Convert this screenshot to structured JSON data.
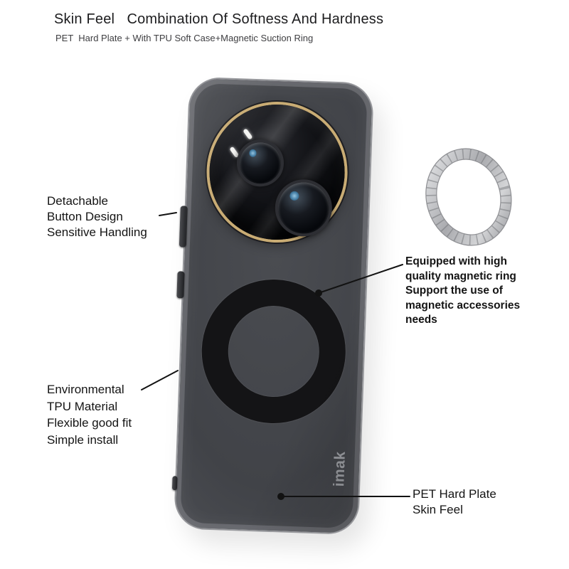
{
  "header": {
    "title": "Skin Feel   Combination Of Softness And Hardness",
    "subtitle": "PET  Hard Plate + With TPU Soft Case+Magnetic Suction Ring"
  },
  "product": {
    "brand": "imak"
  },
  "callouts": {
    "buttons": {
      "text": "Detachable\nButton Design\nSensitive Handling"
    },
    "magnet": {
      "text": "Equipped with high\nquality magnetic ring\nSupport the use of\nmagnetic accessories\nneeds"
    },
    "tpu": {
      "text": "Environmental\nTPU Material\nFlexible good fit\nSimple install"
    },
    "pet": {
      "text": "PET Hard Plate\nSkin Feel"
    }
  },
  "colors": {
    "accent_gold": "#c9ac74",
    "case_dark": "#414348",
    "magnet_ring_black": "#141416",
    "metal_ring_silver": "#b9babd",
    "callout_line": "#121212"
  }
}
